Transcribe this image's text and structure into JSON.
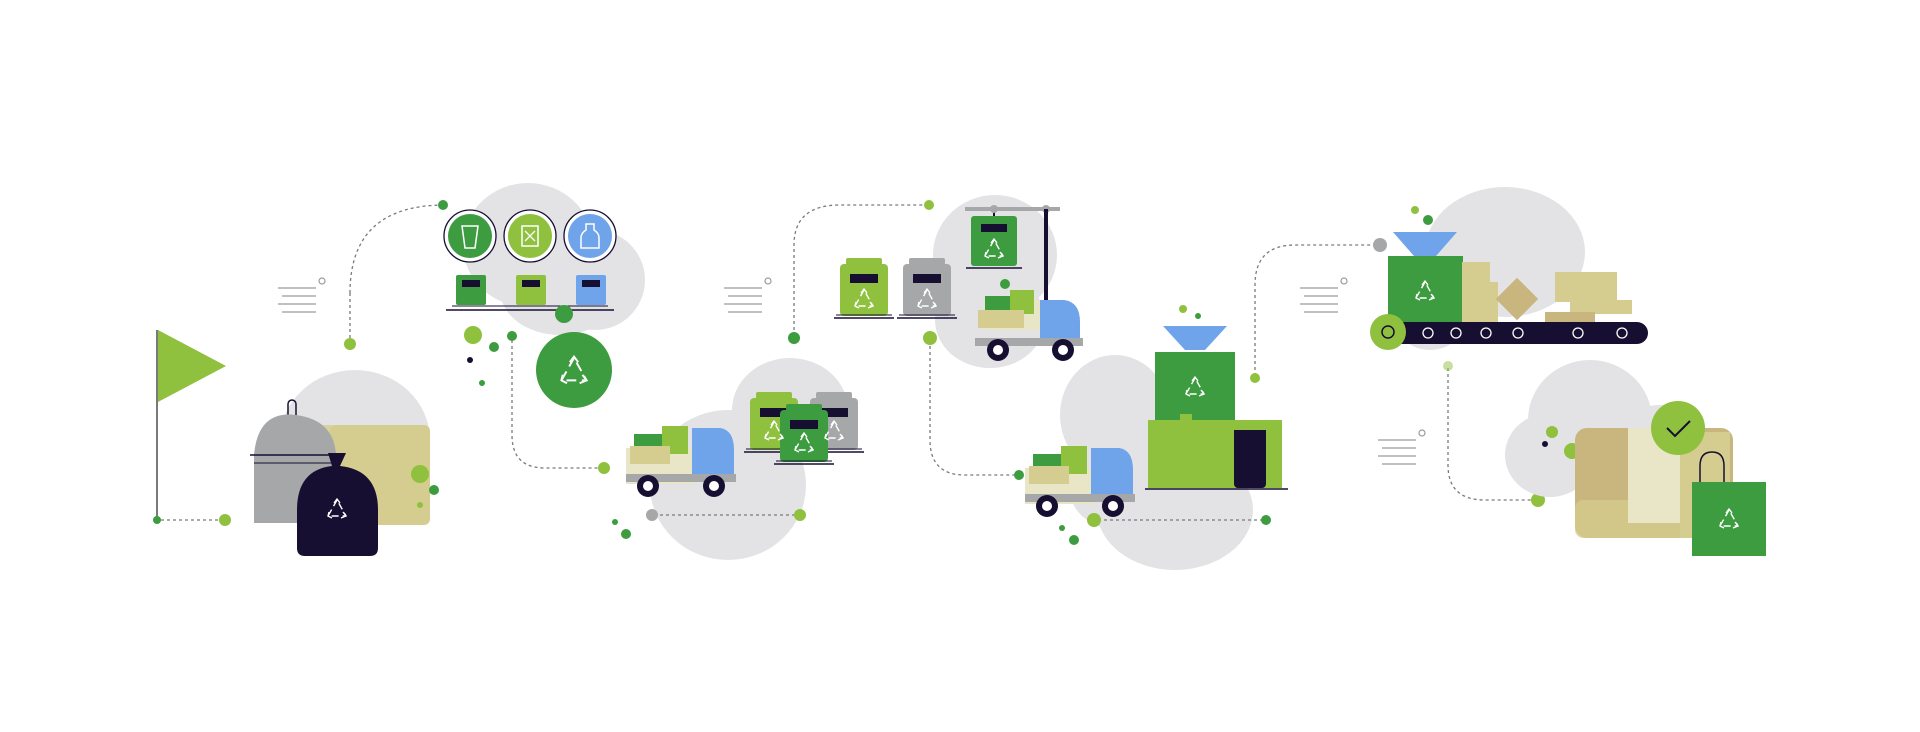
{
  "colors": {
    "background": "#ffffff",
    "cloud": "#e3e3e6",
    "green_dark": "#3d9c3f",
    "green_light": "#8fc13f",
    "blue": "#6fa3ea",
    "gray": "#a6a7a9",
    "navy": "#160f32",
    "khaki": "#d5cd8f",
    "tan": "#c8b67e",
    "cream": "#e8e6c6",
    "line": "#7a7a7a"
  },
  "icons": [
    "flag-icon",
    "trash-can-icon",
    "garbage-bag-icon",
    "recycle-icon",
    "cup-icon",
    "paper-icon",
    "bottle-icon",
    "sorting-bin-icon",
    "delivery-truck-icon",
    "forklift-icon",
    "recycling-plant-icon",
    "conveyor-belt-icon",
    "cardboard-box-icon",
    "shopping-bag-icon",
    "checkmark-icon"
  ],
  "steps": [
    {
      "id": "collection"
    },
    {
      "id": "sorting"
    },
    {
      "id": "transport"
    },
    {
      "id": "loading"
    },
    {
      "id": "processing"
    },
    {
      "id": "manufacturing"
    },
    {
      "id": "reuse"
    }
  ]
}
